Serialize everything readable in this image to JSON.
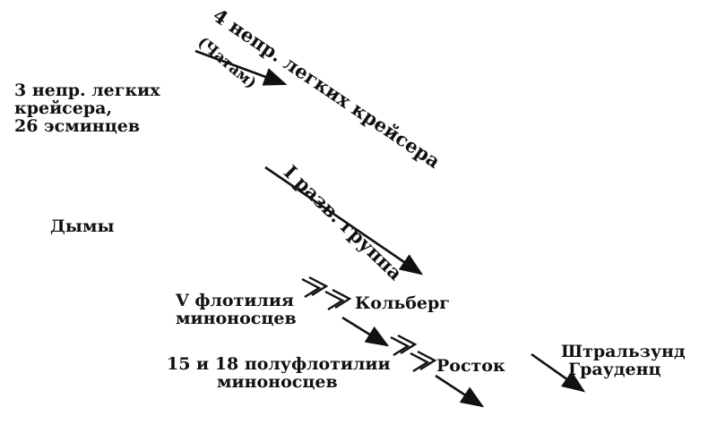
{
  "labels": {
    "group_4_cruisers": "4 непр. легких крейсера",
    "chatham": "(Чатам)",
    "group_3_cruisers_line1": "3 непр. легких",
    "group_3_cruisers_line2": "крейсера,",
    "group_3_cruisers_line3": "26 эсминцев",
    "recon_group": "I разв. группа",
    "smoke": "Дымы",
    "flotilla_v_line1": "V флотилия",
    "flotilla_v_line2": "миноносцев",
    "kolberg": "Кольберг",
    "half_flotillas_line1": "15 и 18 полуфлотилии",
    "half_flotillas_line2": "миноносцев",
    "rostock": "Росток",
    "stralsund": "Штральзунд",
    "graudenz": "Грауденц"
  },
  "colors": {
    "ink": "#111111",
    "background": "#ffffff"
  }
}
